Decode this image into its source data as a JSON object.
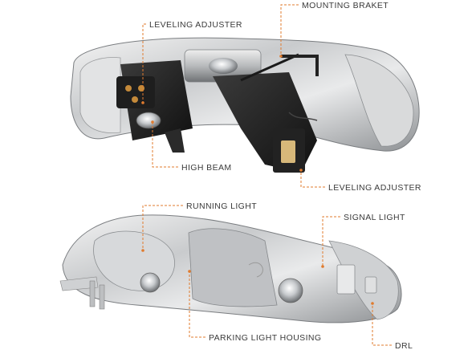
{
  "callouts": {
    "mounting_braket": "MOUNTING BRAKET",
    "leveling_adjuster_top": "LEVELING ADJUSTER",
    "high_beam": "HIGH BEAM",
    "leveling_adjuster_right": "LEVELING ADJUSTER",
    "running_light": "RUNNING LIGHT",
    "signal_light": "SIGNAL LIGHT",
    "parking_light_housing": "PARKING LIGHT HOUSING",
    "drl": "DRL"
  },
  "colors": {
    "accent": "#e07b2e",
    "text": "#3a3a3a"
  }
}
